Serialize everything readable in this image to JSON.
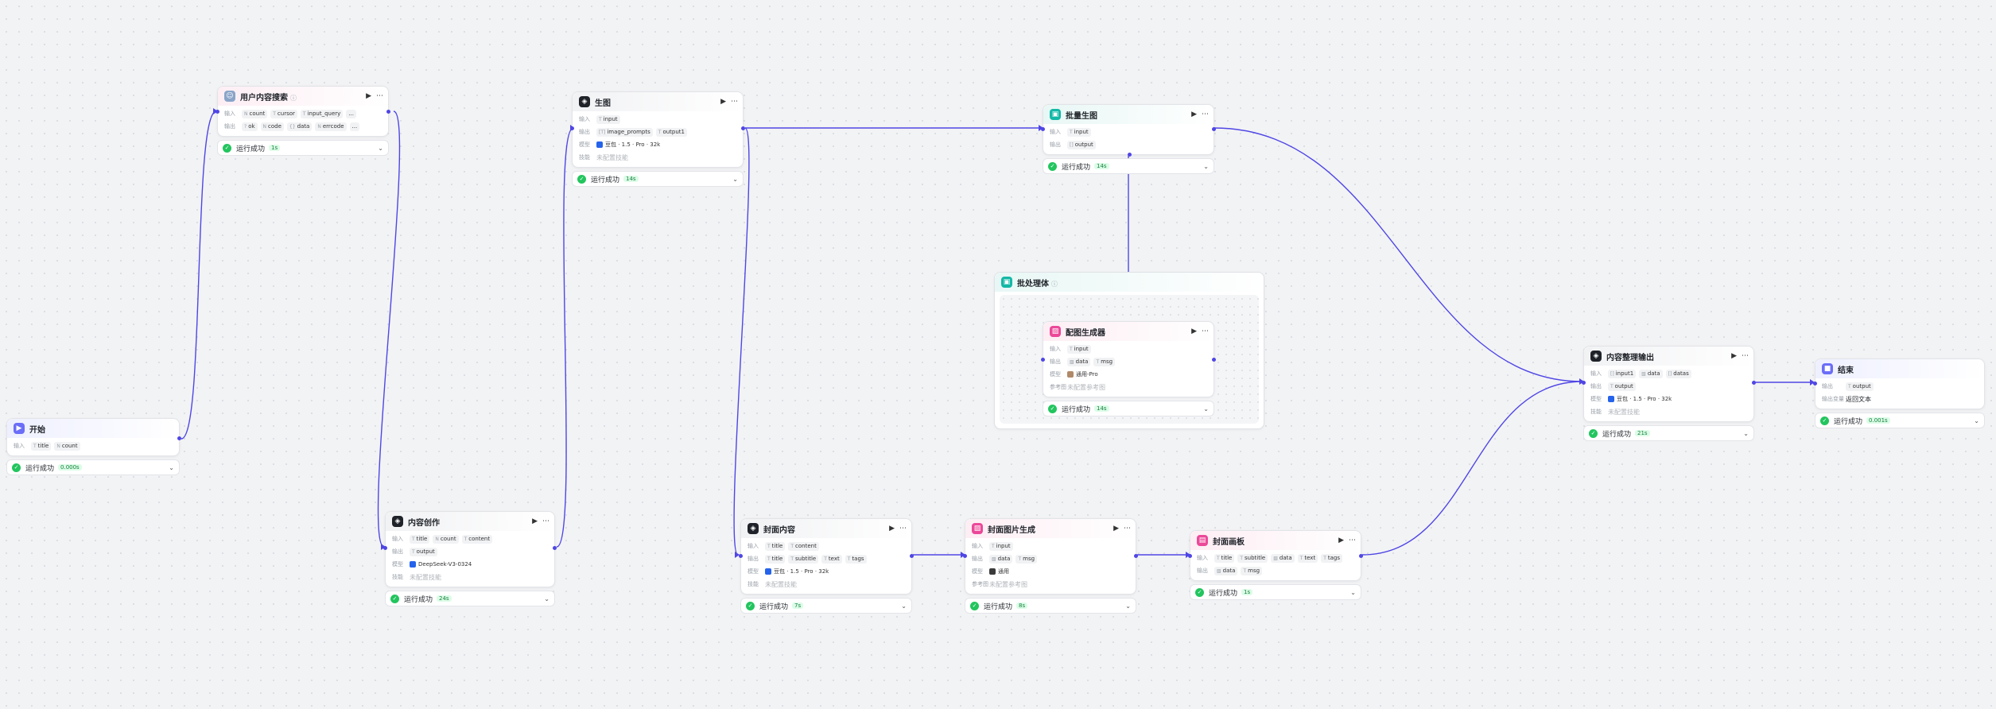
{
  "labels": {
    "input": "输入",
    "output": "输出",
    "model": "模型",
    "skill": "技能",
    "ref_image": "参考图",
    "output_var": "输出变量"
  },
  "status": {
    "text": "运行成功"
  },
  "nodes": {
    "start": {
      "title": "开始",
      "inputs": [
        "title",
        "count"
      ],
      "time": "0.000s"
    },
    "search": {
      "title": "用户内容搜索",
      "inputs": [
        "count",
        "cursor",
        "input_query",
        "..."
      ],
      "outputs": [
        "ok",
        "code",
        "data",
        "errcode",
        "..."
      ],
      "time": "1s"
    },
    "create": {
      "title": "内容创作",
      "inputs": [
        "title",
        "count",
        "content"
      ],
      "outputs": [
        "output"
      ],
      "model": "DeepSeek-V3-0324",
      "skill": "未配置技能",
      "time": "24s"
    },
    "gen": {
      "title": "生图",
      "inputs": [
        "input"
      ],
      "outputs": [
        "image_prompts",
        "output1"
      ],
      "model": "豆包 · 1.5 · Pro · 32k",
      "skill": "未配置技能",
      "time": "14s"
    },
    "batchgen": {
      "title": "批量生图",
      "inputs": [
        "input"
      ],
      "outputs": [
        "output"
      ],
      "time": "14s"
    },
    "batch": {
      "title": "批处理体"
    },
    "imggen": {
      "title": "配图生成器",
      "inputs": [
        "input"
      ],
      "outputs": [
        "data",
        "msg"
      ],
      "model": "通用-Pro",
      "ref": "未配置参考图",
      "time": "14s"
    },
    "cover": {
      "title": "封面内容",
      "inputs": [
        "title",
        "content"
      ],
      "outputs": [
        "title",
        "subtitle",
        "text",
        "tags"
      ],
      "model": "豆包 · 1.5 · Pro · 32k",
      "skill": "未配置技能",
      "time": "7s"
    },
    "coverimg": {
      "title": "封面图片生成",
      "inputs": [
        "input"
      ],
      "outputs": [
        "data",
        "msg"
      ],
      "model": "通用",
      "ref": "未配置参考图",
      "time": "8s"
    },
    "canvas": {
      "title": "封面画板",
      "inputs": [
        "title",
        "subtitle",
        "data",
        "text",
        "tags"
      ],
      "outputs": [
        "data",
        "msg"
      ],
      "time": "1s"
    },
    "organize": {
      "title": "内容整理输出",
      "inputs": [
        "input1",
        "data",
        "datas"
      ],
      "outputs": [
        "output"
      ],
      "model": "豆包 · 1.5 · Pro · 32k",
      "skill": "未配置技能",
      "time": "21s"
    },
    "end": {
      "title": "结束",
      "outputs": [
        "output"
      ],
      "output_text": "返回文本",
      "time": "0.001s"
    }
  }
}
